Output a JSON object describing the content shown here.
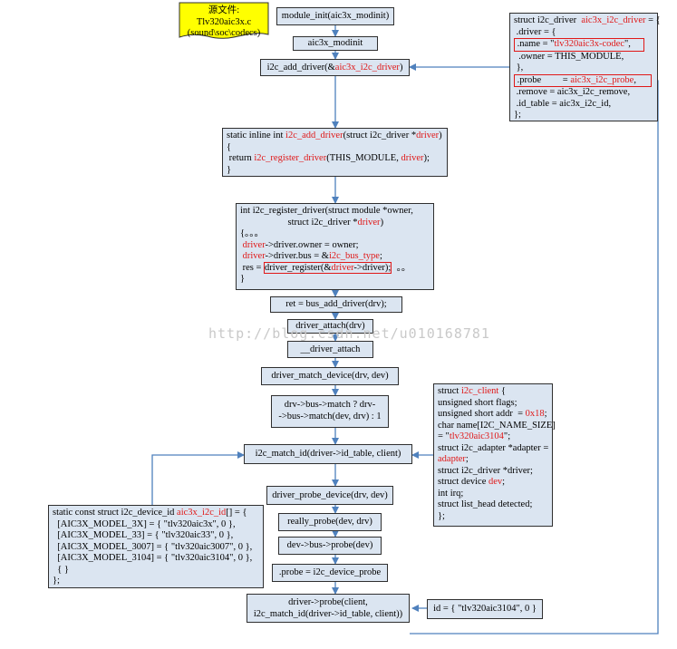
{
  "note": {
    "line1": "源文件:",
    "line2": "Tlv320aic3x.c",
    "line3": "(sound\\soc\\codecs)"
  },
  "watermark": "http://blog.csdn.net/u010168781",
  "boxes": {
    "module_init": "module_init(aic3x_modinit)",
    "aic3x_modinit": "aic3x_modinit",
    "i2c_add_driver_call": {
      "pre": "i2c_add_driver(&",
      "red": "aic3x_i2c_driver",
      "post": ")"
    },
    "inline_func": {
      "l1_pre": "static inline int ",
      "l1_red": "i2c_add_driver",
      "l1_mid": "(struct i2c_driver *",
      "l1_red2": "driver",
      "l1_post": ")",
      "l2": "{",
      "l3_pre": " return ",
      "l3_red": "i2c_register_driver",
      "l3_mid": "(THIS_MODULE, ",
      "l3_red2": "driver",
      "l3_post": ");",
      "l4": "}"
    },
    "register_func": {
      "l1": "int i2c_register_driver(struct module *owner,",
      "l2_pre": "                    struct i2c_driver *",
      "l2_red": "driver",
      "l2_post": ")",
      "l3": "{。。。",
      "l4_red": " driver",
      "l4_post": "->driver.owner = owner;",
      "l5_red": " driver",
      "l5_mid": "->driver.bus = &",
      "l5_red2": "i2c_bus_type",
      "l5_post": ";",
      "l6_pre": " res = ",
      "l6_box_pre": "driver_register(&",
      "l6_box_red": "driver",
      "l6_box_post": "->driver);",
      "l6_post": "  。。",
      "l7": "}"
    },
    "bus_add_driver": "ret = bus_add_driver(drv);",
    "driver_attach": "driver_attach(drv)",
    "__driver_attach": "__driver_attach",
    "driver_match_device": "driver_match_device(drv, dev)",
    "bus_match": {
      "l1": "drv->bus->match ? drv-",
      "l2": "->bus->match(dev, drv) : 1"
    },
    "i2c_match_id": "i2c_match_id(driver->id_table, client)",
    "driver_probe_device": "driver_probe_device(drv, dev)",
    "really_probe": "really_probe(dev, drv)",
    "dev_bus_probe": "dev->bus->probe(dev)",
    "probe_assign": ".probe = i2c_device_probe",
    "driver_probe": {
      "l1": "driver->probe(client,",
      "l2": "i2c_match_id(driver->id_table, client))"
    },
    "id_box": "id =  { \"tlv320aic3104\", 0 }"
  },
  "driver_struct": {
    "l1_pre": "struct i2c_driver  ",
    "l1_red": "aic3x_i2c_driver",
    "l1_post": " = {",
    "l2": " .driver = {",
    "l3_pre": " .name = \"",
    "l3_red": "tlv320aic3x-codec",
    "l3_post": "\",",
    "l4": "  .owner = THIS_MODULE,",
    "l5": " },",
    "l6_pre": " .probe         = ",
    "l6_red": "aic3x_i2c_probe",
    "l6_post": ",",
    "l7": " .remove = aic3x_i2c_remove,",
    "l8": " .id_table = aic3x_i2c_id,",
    "l9": "};"
  },
  "client_struct": {
    "l1_pre": "struct ",
    "l1_red": "i2c_client",
    "l1_post": " {",
    "l2": "unsigned short flags;",
    "l3_pre": "unsigned short addr  = ",
    "l3_red": "0x18",
    "l3_post": ";",
    "l4": "char name[I2C_NAME_SIZE]",
    "l5_pre": "= \"",
    "l5_red": "tlv320aic3104",
    "l5_post": "\";",
    "l6": "struct i2c_adapter *adapter =",
    "l7_red": "adapter",
    "l7_post": ";",
    "l8": "struct i2c_driver *driver;",
    "l9_pre": "struct device ",
    "l9_red": "dev",
    "l9_post": ";",
    "l10": "int irq;",
    "l11": "struct list_head detected;",
    "l12": "};"
  },
  "id_struct": {
    "l1_pre": "static const struct i2c_device_id ",
    "l1_red": "aic3x_i2c_id",
    "l1_post": "[] = {",
    "l2": "  [AIC3X_MODEL_3X] = { \"tlv320aic3x\", 0 },",
    "l3": "  [AIC3X_MODEL_33] = { \"tlv320aic33\", 0 },",
    "l4": "  [AIC3X_MODEL_3007] = { \"tlv320aic3007\", 0 },",
    "l5": "  [AIC3X_MODEL_3104] = { \"tlv320aic3104\", 0 },",
    "l6": "  { }",
    "l7": "};"
  },
  "colors": {
    "box_fill": "#dbe5f1",
    "arrow": "#4f81bd",
    "highlight": "#e01818",
    "note_fill": "#ffff00"
  }
}
